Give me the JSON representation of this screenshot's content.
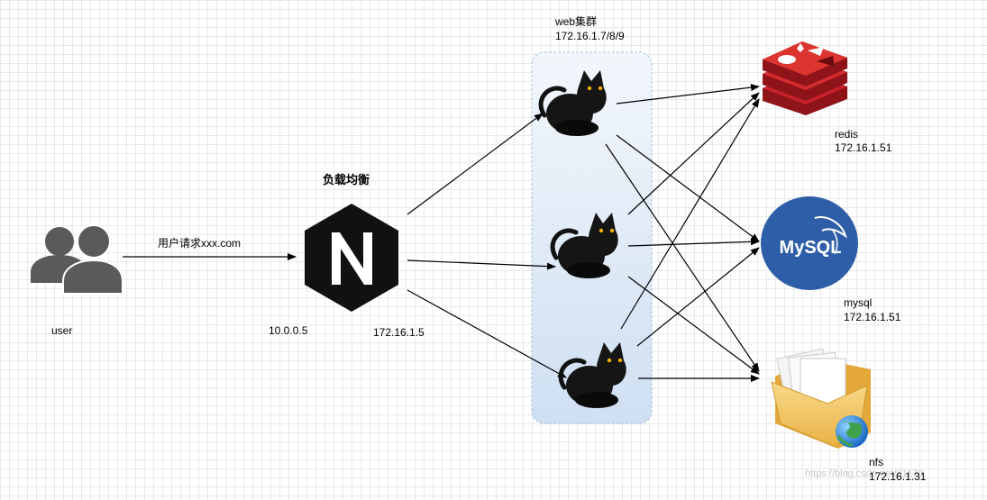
{
  "labels": {
    "web_cluster_title": "web集群",
    "web_cluster_ips": "172.16.1.7/8/9",
    "redis_name": "redis",
    "redis_ip": "172.16.1.51",
    "lb_title": "负载均衡",
    "request_text": "用户请求xxx.com",
    "user_label": "user",
    "lb_ip_external": "10.0.0.5",
    "lb_ip_internal": "172.16.1.5",
    "mysql_name": "mysql",
    "mysql_ip": "172.16.1.51",
    "mysql_logo_text": "MySQL",
    "nfs_name": "nfs",
    "nfs_ip": "172.16.1.31"
  },
  "watermark": "https://blog.csdn.net/01170",
  "colors": {
    "redis": "#c8202a",
    "mysql": "#2f5ea8",
    "nginx": "#111111",
    "cluster_fill": "#dce7f5",
    "cluster_border": "#a9c0de",
    "folder": "#f2c35a"
  },
  "icons": {
    "users": "users-icon",
    "nginx": "nginx-logo-icon",
    "tomcat": "black-cat-icon",
    "redis": "redis-logo-icon",
    "mysql": "mysql-logo-icon",
    "nfs": "folder-globe-icon"
  }
}
